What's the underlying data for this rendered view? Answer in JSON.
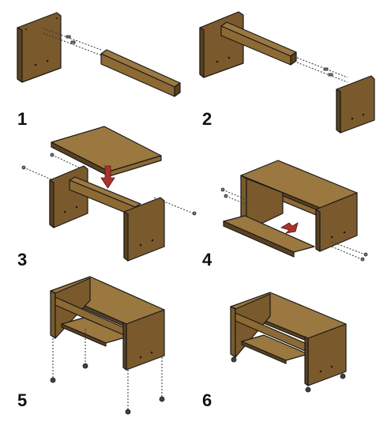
{
  "steps": [
    {
      "number": "1"
    },
    {
      "number": "2"
    },
    {
      "number": "3"
    },
    {
      "number": "4"
    },
    {
      "number": "5"
    },
    {
      "number": "6"
    }
  ],
  "colors": {
    "wood": "#7a5a2c",
    "wood_top": "#9a7840",
    "wood_edge": "#5b4120",
    "arrow": "#a9322e"
  }
}
